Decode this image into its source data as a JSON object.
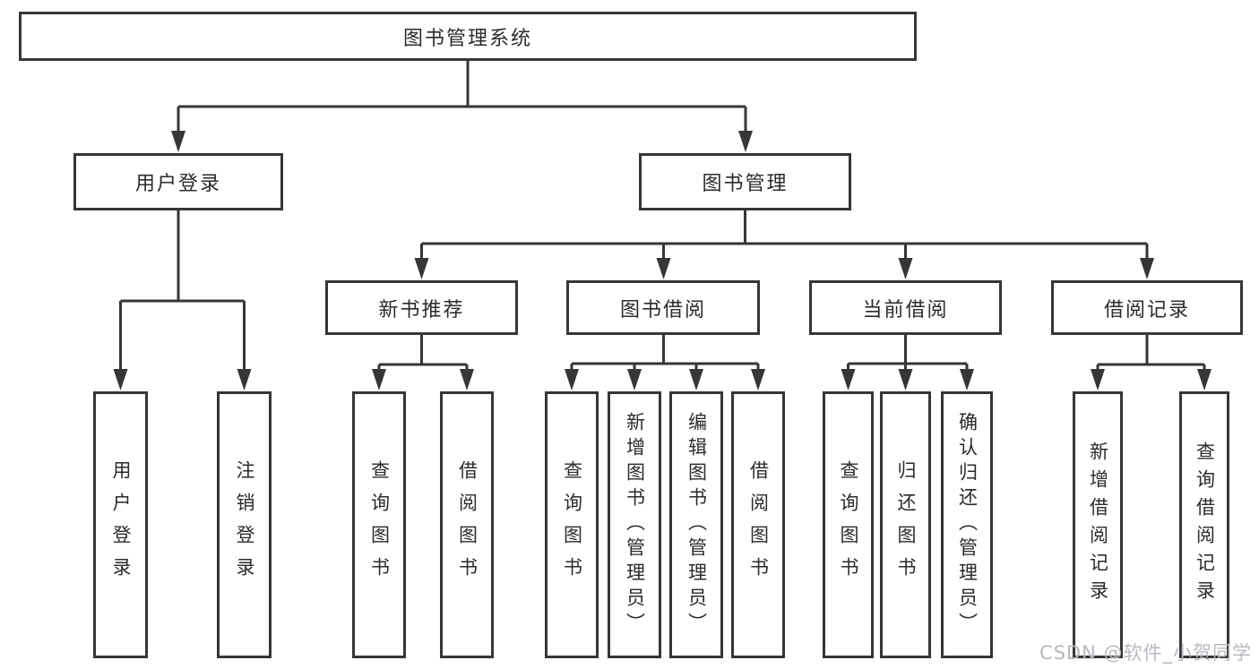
{
  "diagram": {
    "title_node": {
      "label": "图书管理系统"
    },
    "level2": [
      {
        "id": "user-login",
        "label": "用户登录",
        "parent": "图书管理系统"
      },
      {
        "id": "book-management",
        "label": "图书管理",
        "parent": "图书管理系统"
      }
    ],
    "level3": [
      {
        "id": "new-book-recommendation",
        "label": "新书推荐",
        "parent": "图书管理"
      },
      {
        "id": "book-borrowing",
        "label": "图书借阅",
        "parent": "图书管理"
      },
      {
        "id": "current-borrowing",
        "label": "当前借阅",
        "parent": "图书管理"
      },
      {
        "id": "borrowing-records",
        "label": "借阅记录",
        "parent": "图书管理"
      }
    ],
    "leaves": [
      {
        "id": "user-login",
        "label": "用户登录",
        "parent": "用户登录"
      },
      {
        "id": "logout",
        "label": "注销登录",
        "parent": "用户登录"
      },
      {
        "id": "query-books-1",
        "label": "查询图书",
        "parent": "新书推荐"
      },
      {
        "id": "borrow-books-1",
        "label": "借阅图书",
        "parent": "新书推荐"
      },
      {
        "id": "query-books-2",
        "label": "查询图书",
        "parent": "图书借阅"
      },
      {
        "id": "add-books-admin",
        "label": "新增图书（管理员）",
        "parent": "图书借阅"
      },
      {
        "id": "edit-books-admin",
        "label": "编辑图书（管理员）",
        "parent": "图书借阅"
      },
      {
        "id": "borrow-books-2",
        "label": "借阅图书",
        "parent": "图书借阅"
      },
      {
        "id": "query-books-3",
        "label": "查询图书",
        "parent": "当前借阅"
      },
      {
        "id": "return-books",
        "label": "归还图书",
        "parent": "当前借阅"
      },
      {
        "id": "confirm-return-admin",
        "label": "确认归还（管理员）",
        "parent": "当前借阅"
      },
      {
        "id": "add-borrowing-record",
        "label": "新增借阅记录",
        "parent": "借阅记录"
      },
      {
        "id": "query-borrowing-record",
        "label": "查询借阅记录",
        "parent": "借阅记录"
      }
    ]
  },
  "watermark": {
    "text": "CSDN @软件_小贺同学"
  },
  "colors": {
    "line": "#363636",
    "box_border": "#363636",
    "text": "#2b2b2b",
    "watermark": "#b6bac0",
    "background": "#ffffff"
  }
}
